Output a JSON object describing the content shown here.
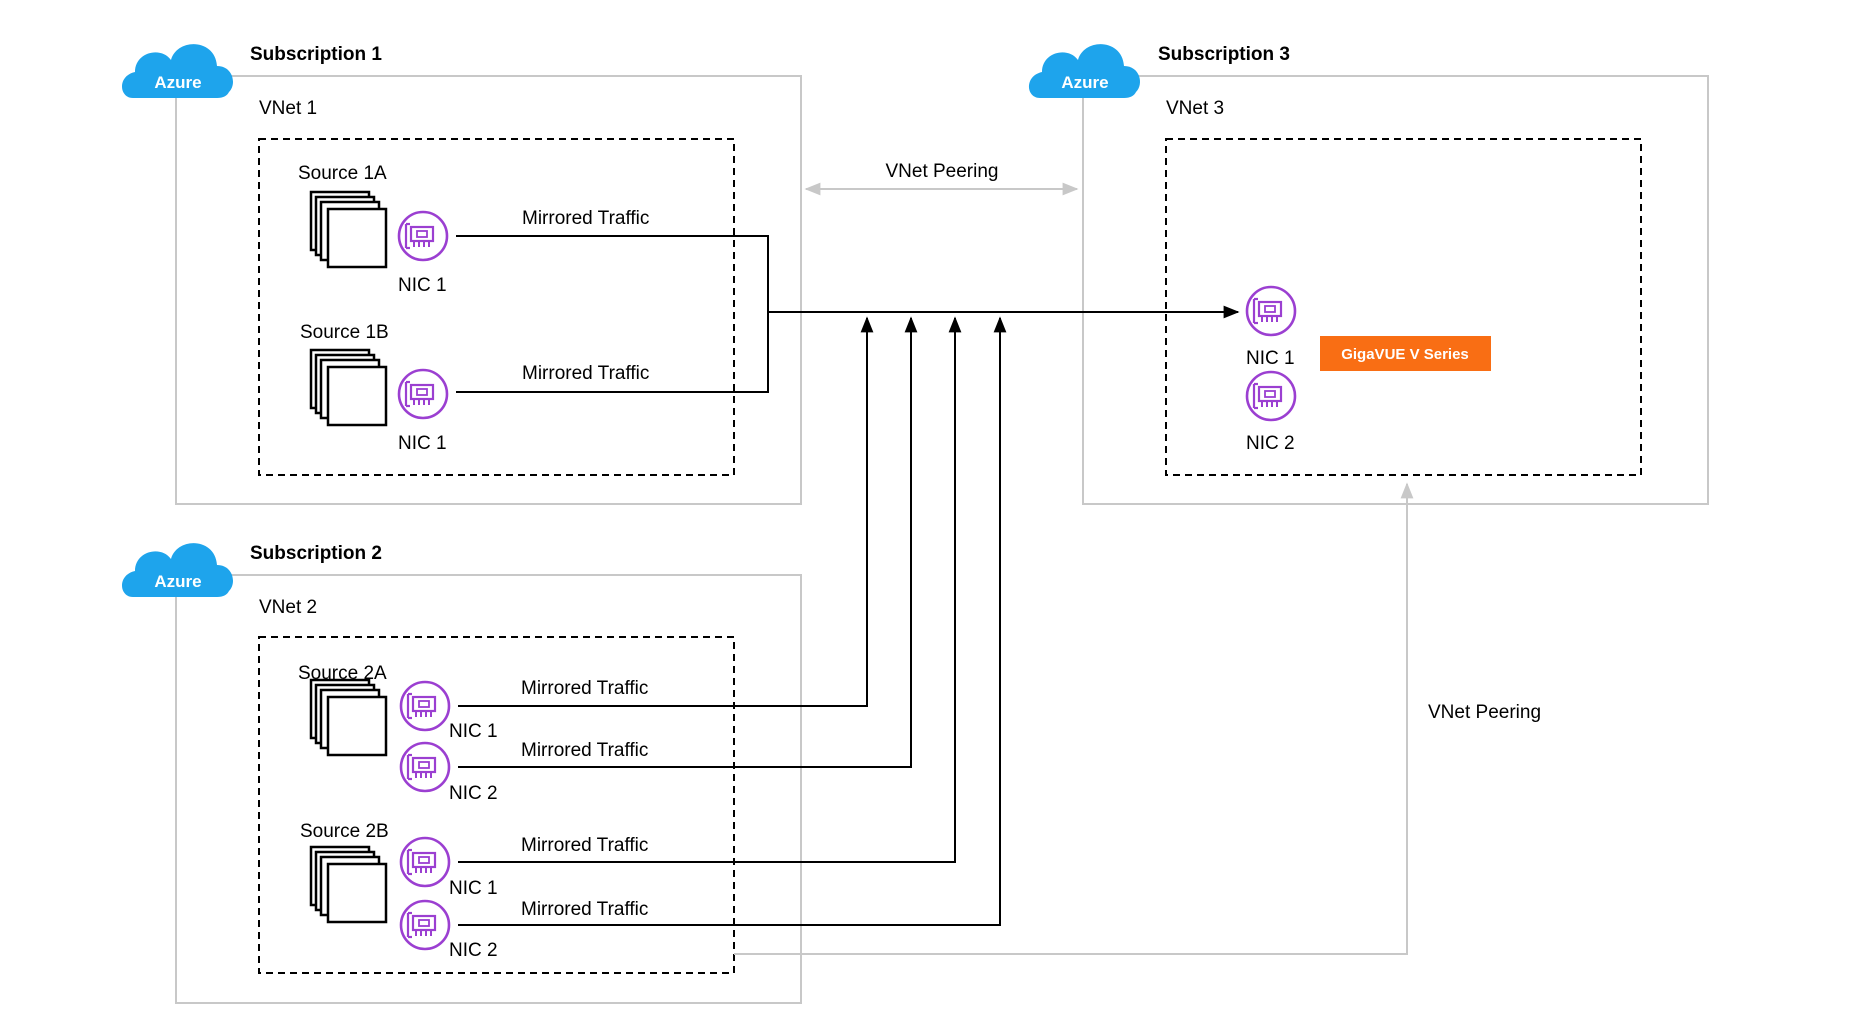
{
  "colors": {
    "azure_cloud": "#1ea4ec",
    "nic_purple": "#9b3fd1",
    "gigavue_orange": "#f96e14",
    "border_gray": "#c8c8c8",
    "peering_gray": "#c8c8c8",
    "line_black": "#000000"
  },
  "subscriptions": [
    {
      "title": "Subscription 1",
      "cloud": "Azure",
      "vnet": "VNet 1"
    },
    {
      "title": "Subscription 2",
      "cloud": "Azure",
      "vnet": "VNet 2"
    },
    {
      "title": "Subscription 3",
      "cloud": "Azure",
      "vnet": "VNet 3"
    }
  ],
  "sources": {
    "s1a": "Source 1A",
    "s1b": "Source 1B",
    "s2a": "Source 2A",
    "s2b": "Source 2B"
  },
  "nics": {
    "nic1": "NIC 1",
    "nic2": "NIC 2"
  },
  "mirrored_traffic": "Mirrored Traffic",
  "peering": {
    "top": "VNet Peering",
    "right": "VNet Peering"
  },
  "gigavue": "GigaVUE V Series",
  "icons": {
    "cloud": "cloud-icon",
    "nic": "network-card-icon",
    "instances": "stacked-instances-icon"
  }
}
